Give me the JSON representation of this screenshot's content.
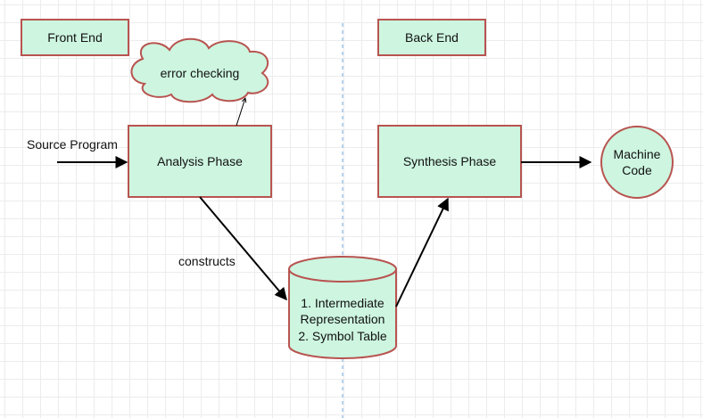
{
  "labels": {
    "front_end": "Front End",
    "back_end": "Back End",
    "error_checking": "error checking",
    "source_program": "Source Program",
    "analysis_phase": "Analysis Phase",
    "synthesis_phase": "Synthesis Phase",
    "machine_code_line1": "Machine",
    "machine_code_line2": "Code",
    "constructs": "constructs",
    "storage_line1": "1. Intermediate",
    "storage_line2": "Representation",
    "storage_line3": "2. Symbol Table"
  },
  "colors": {
    "node_fill": "#cdf5e0",
    "node_stroke": "#b85450",
    "divider": "#6fa8dc",
    "edge": "#000000"
  }
}
